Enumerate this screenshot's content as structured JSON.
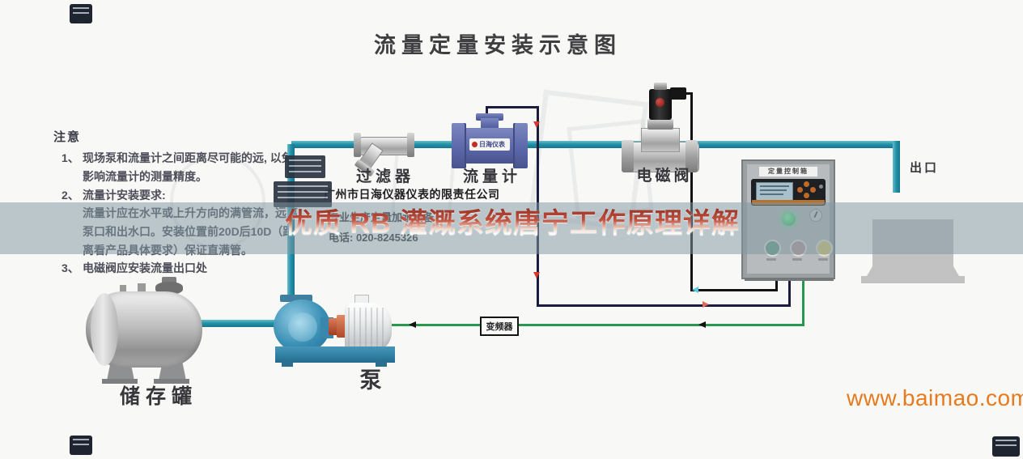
{
  "title": "流量定量安装示意图",
  "notes": {
    "heading": "注意",
    "item1_num": "1、",
    "item1_text": "现场泵和流量计之间距离尽可能的远, 以免影响流量计的测量精度。",
    "item2_num": "2、",
    "item2_title": "流量计安装要求:",
    "item2_body": "流量计应在水平或上升方向的满管流，远离泵口和出水口。安装位置前20D后10D（距离看产品具体要求）保证直满管。",
    "item3_num": "3、",
    "item3_text": "电磁阀应安装流量出口处"
  },
  "labels": {
    "filter": "过滤器",
    "flowmeter": "流量计",
    "valve": "电磁阀",
    "outlet": "出口",
    "vfd": "变频器",
    "pump": "泵",
    "tank": "储存罐",
    "control_box": "定量控制箱"
  },
  "flowmeter_logo": "日海仪表",
  "company": {
    "name": "广州市日海仪器仪表的限责任公司",
    "tagline": "专业生产定量加水设备",
    "phone": "电话: 020-8245326"
  },
  "headline": "优质 RB 灌溉系统唐宁工作原理详解",
  "watermark": "www.baimao.com",
  "colors": {
    "pipe": "#2492aa",
    "signal_wire": "#1c1c3e",
    "valve_wire": "#121212",
    "power_wire": "#27984e",
    "band": "rgba(128,152,162,0.52)",
    "headline_top": "#8f2f24",
    "headline_bottom": "#ffffff",
    "watermark_orange": "#e87a1e"
  }
}
